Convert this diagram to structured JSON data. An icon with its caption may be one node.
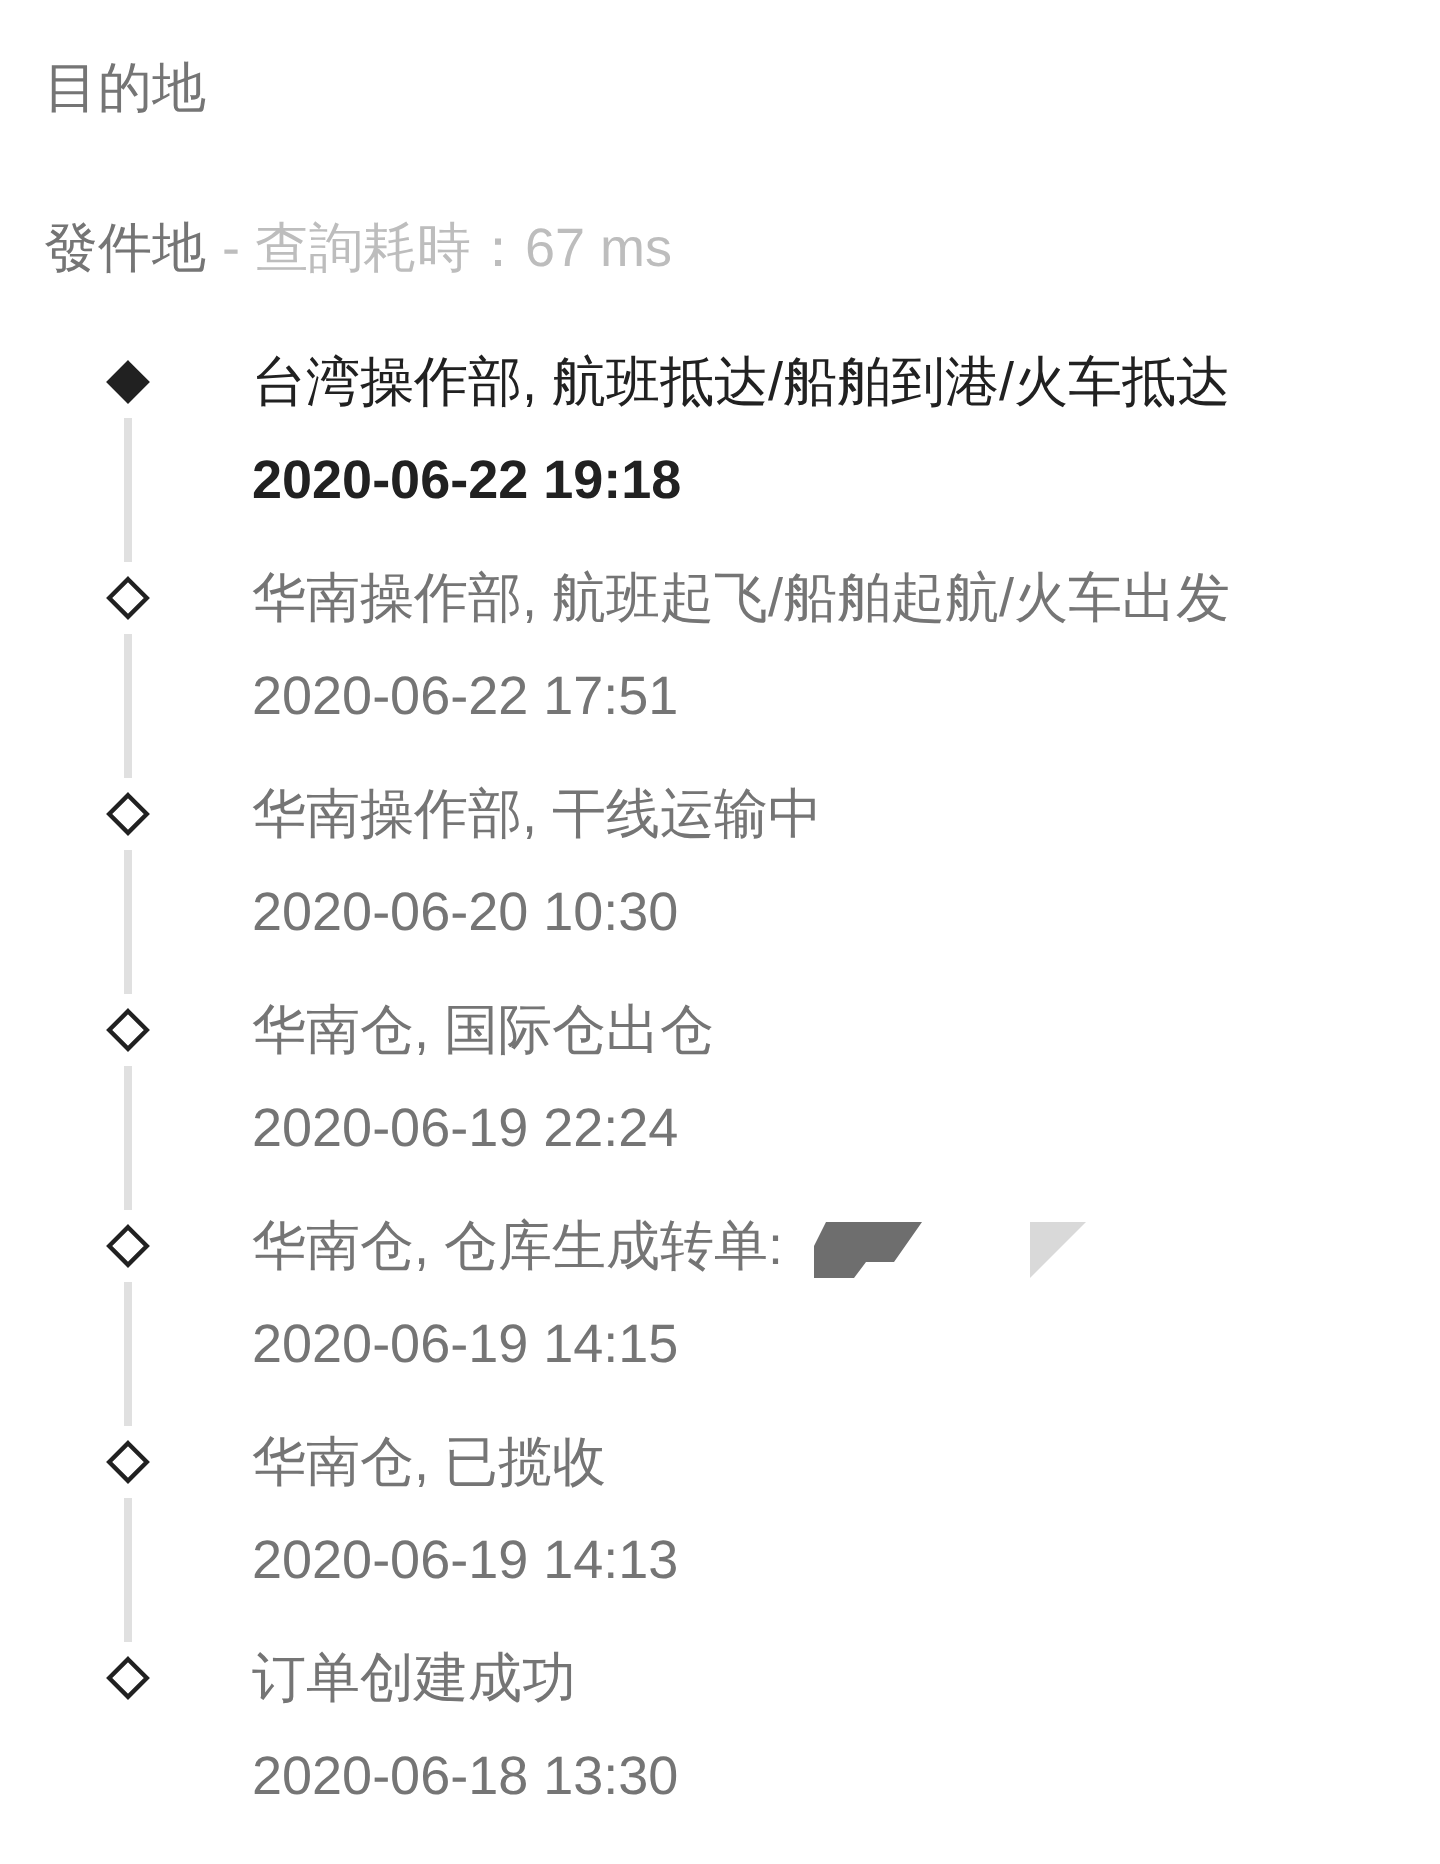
{
  "diagram": {
    "nodes": [
      {
        "text": [],
        "shape": "diamond",
        "beside": [
          "台湾操作部, 航班抵达/船舶到港/火车抵达",
          "2020-06-22 19:18"
        ]
      },
      {
        "text": [],
        "shape": "diamond",
        "beside": [
          "华南操作部, 航班起飞/船舶起航/火车出发",
          "2020-06-22 17:51"
        ]
      },
      {
        "text": [],
        "shape": "diamond",
        "beside": [
          "华南操作部, 干线运输中",
          "2020-06-20 10:30"
        ]
      },
      {
        "text": [],
        "shape": "diamond",
        "beside": [
          "华南仓, 国际仓出仓",
          "2020-06-19 22:24"
        ]
      },
      {
        "text": [],
        "shape": "diamond",
        "beside": [
          "华南仓, 仓库生成转单:",
          "2020-06-19 14:15"
        ]
      },
      {
        "text": [],
        "shape": "diamond",
        "beside": [
          "华南仓, 已揽收",
          "2020-06-19 14:13"
        ]
      },
      {
        "text": [],
        "shape": "diamond",
        "beside": [
          "订单创建成功",
          "2020-06-18 13:30"
        ]
      }
    ],
    "edges": [
      {
        "from": 0,
        "to": 1,
        "arrow": "none"
      },
      {
        "from": 1,
        "to": 2,
        "arrow": "none"
      },
      {
        "from": 2,
        "to": 3,
        "arrow": "none"
      },
      {
        "from": 3,
        "to": 4,
        "arrow": "none"
      },
      {
        "from": 4,
        "to": 5,
        "arrow": "none"
      },
      {
        "from": 5,
        "to": 6,
        "arrow": "none"
      }
    ],
    "labels": [
      "目的地",
      "發件地",
      "- 查詢耗時：67 ms"
    ]
  }
}
